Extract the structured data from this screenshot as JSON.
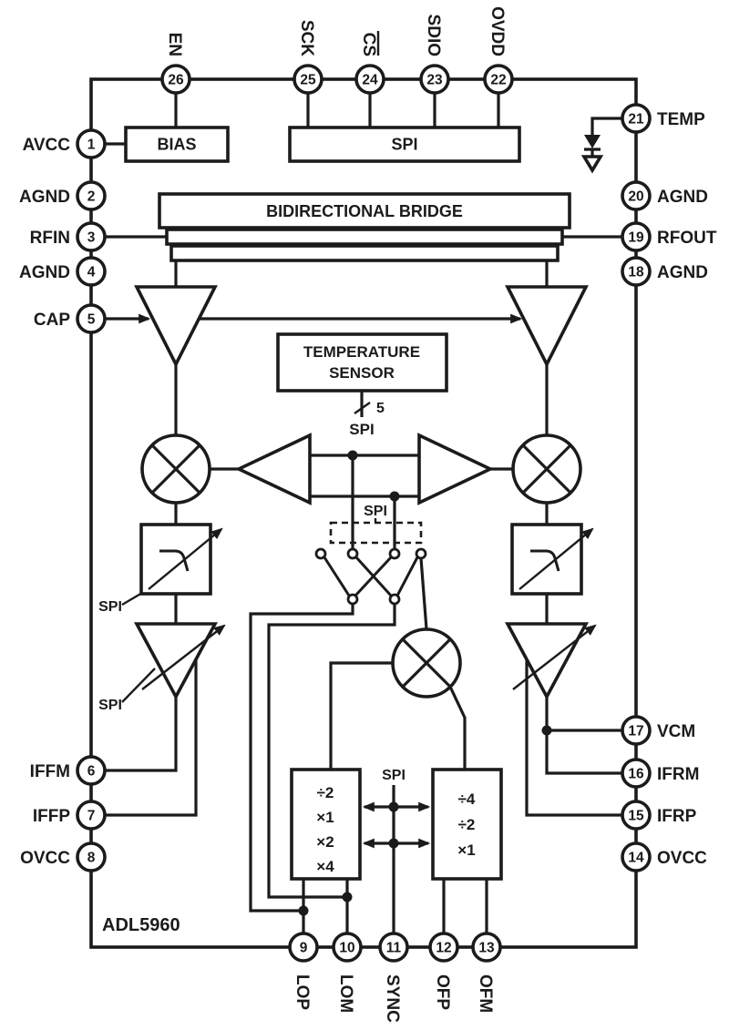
{
  "colors": {
    "ink": "#1b1b1b",
    "background": "#ffffff"
  },
  "part_number": "ADL5960",
  "blocks": {
    "bias": "BIAS",
    "spi": "SPI",
    "bridge": "BIDIRECTIONAL BRIDGE",
    "temp_sensor_line1": "TEMPERATURE",
    "temp_sensor_line2": "SENSOR",
    "bus_width": "5",
    "spi_label": "SPI"
  },
  "left_multiplier": {
    "options": [
      "÷2",
      "×1",
      "×2",
      "×4"
    ]
  },
  "right_divider": {
    "options": [
      "÷4",
      "÷2",
      "×1"
    ]
  },
  "pins": {
    "top": [
      {
        "num": "26",
        "label": "EN"
      },
      {
        "num": "25",
        "label": "SCK"
      },
      {
        "num": "24",
        "label": "CS"
      },
      {
        "num": "23",
        "label": "SDIO"
      },
      {
        "num": "22",
        "label": "OVDD"
      }
    ],
    "left": [
      {
        "num": "1",
        "label": "AVCC"
      },
      {
        "num": "2",
        "label": "AGND"
      },
      {
        "num": "3",
        "label": "RFIN"
      },
      {
        "num": "4",
        "label": "AGND"
      },
      {
        "num": "5",
        "label": "CAP"
      },
      {
        "num": "6",
        "label": "IFFM"
      },
      {
        "num": "7",
        "label": "IFFP"
      },
      {
        "num": "8",
        "label": "OVCC"
      }
    ],
    "right": [
      {
        "num": "21",
        "label": "TEMP"
      },
      {
        "num": "20",
        "label": "AGND"
      },
      {
        "num": "19",
        "label": "RFOUT"
      },
      {
        "num": "18",
        "label": "AGND"
      },
      {
        "num": "17",
        "label": "VCM"
      },
      {
        "num": "16",
        "label": "IFRM"
      },
      {
        "num": "15",
        "label": "IFRP"
      },
      {
        "num": "14",
        "label": "OVCC"
      }
    ],
    "bottom": [
      {
        "num": "9",
        "label": "LOP"
      },
      {
        "num": "10",
        "label": "LOM"
      },
      {
        "num": "11",
        "label": "SYNC"
      },
      {
        "num": "12",
        "label": "OFP"
      },
      {
        "num": "13",
        "label": "OFM"
      }
    ]
  }
}
